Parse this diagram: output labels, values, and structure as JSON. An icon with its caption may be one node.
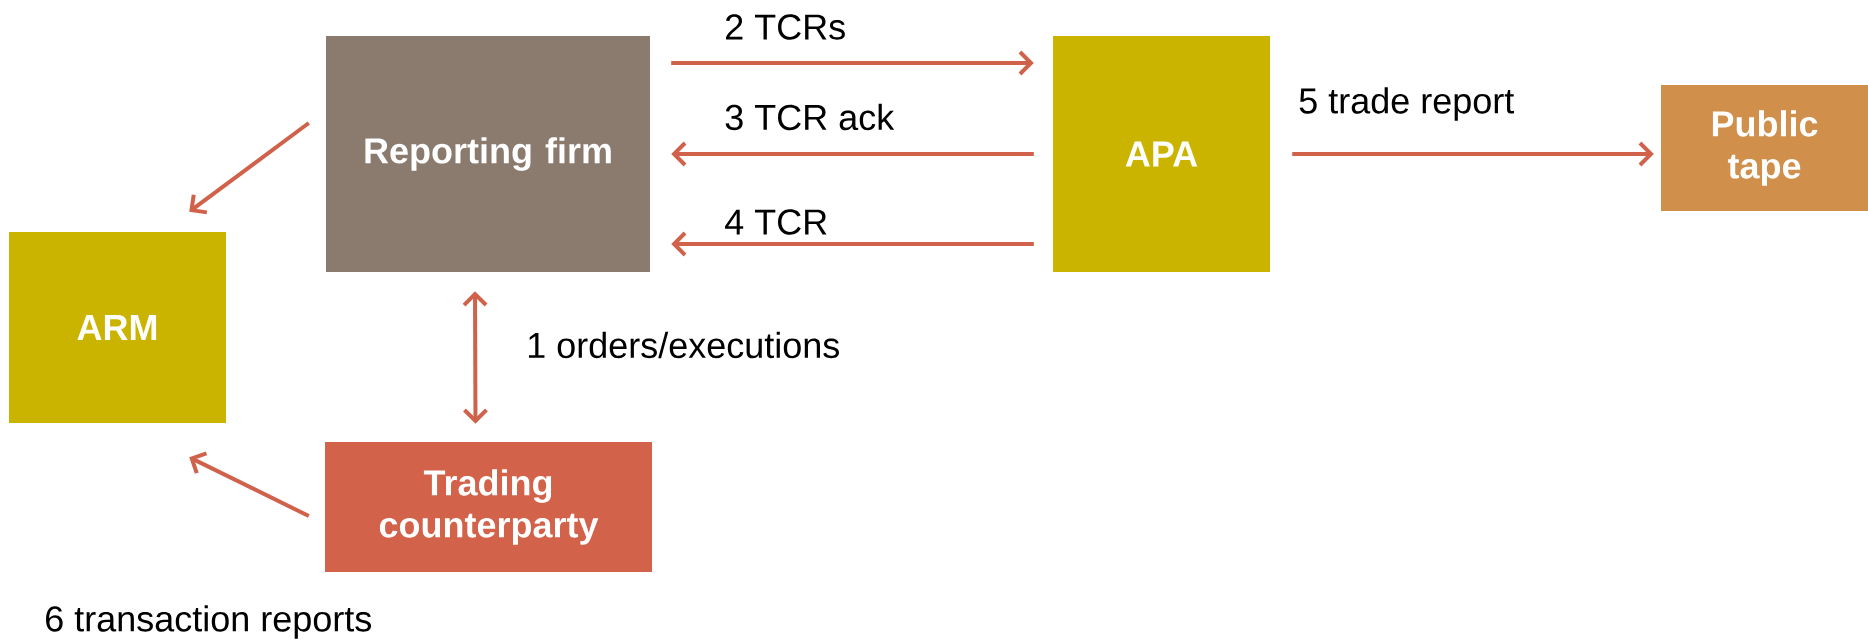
{
  "diagram": {
    "nodes": [
      {
        "text": [
          "Reporting firm"
        ]
      },
      {
        "text": [
          "APA"
        ]
      },
      {
        "text": [
          "Public tape"
        ]
      },
      {
        "text": [
          "ARM"
        ]
      },
      {
        "text": [
          "Trading counterparty"
        ]
      }
    ],
    "edges": [
      {
        "from": 0,
        "to": 1,
        "arrow": "to",
        "label": "2 TCRs"
      },
      {
        "from": 1,
        "to": 0,
        "arrow": "to",
        "label": "3 TCR ack"
      },
      {
        "from": 1,
        "to": 0,
        "arrow": "to",
        "label": "4 TCR"
      },
      {
        "from": 1,
        "to": 2,
        "arrow": "to",
        "label": "5 trade report"
      },
      {
        "from": 0,
        "to": 3,
        "arrow": "to"
      },
      {
        "from": 4,
        "to": 3,
        "arrow": "to"
      },
      {
        "from": 0,
        "to": 4,
        "arrow": "both",
        "label": "1 orders/executions"
      }
    ],
    "labels": [
      "6 transaction reports"
    ]
  }
}
